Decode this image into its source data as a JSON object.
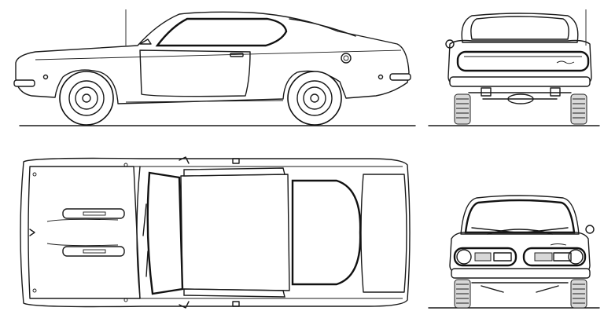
{
  "drawing": {
    "views": [
      "side",
      "rear",
      "top",
      "front"
    ]
  }
}
